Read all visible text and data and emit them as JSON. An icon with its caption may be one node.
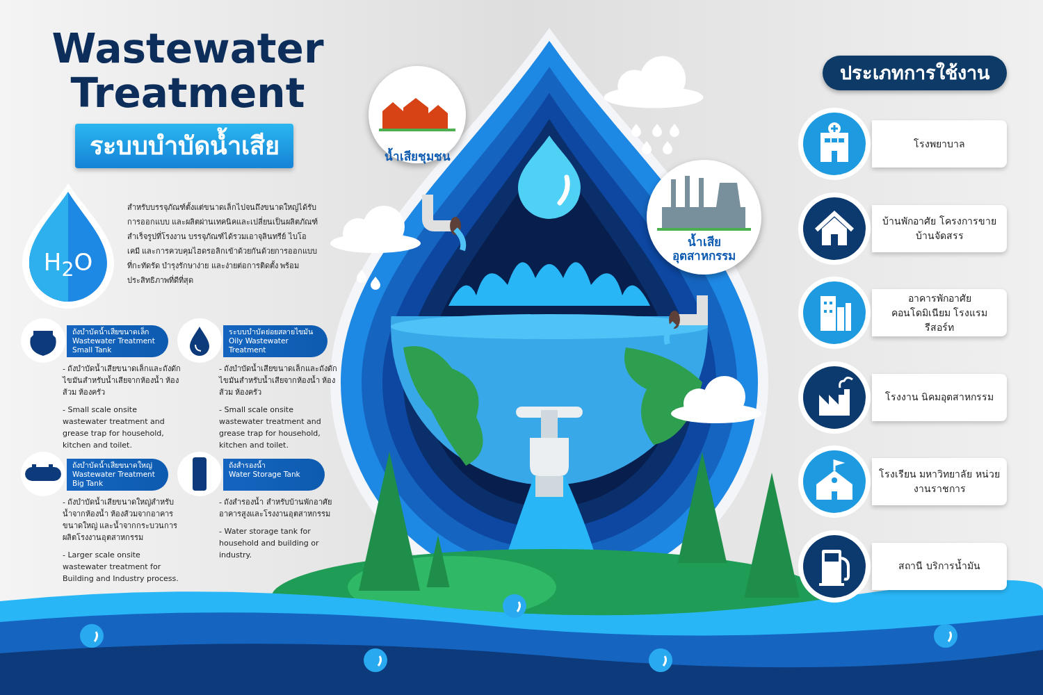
{
  "diagram": {
    "title": "Wastewater Treatment",
    "nodes": [
      {
        "text": [
          "ระบบบำบัดน้ำเสีย"
        ]
      },
      {
        "text": [
          "H$_{2}$O"
        ]
      },
      {
        "text": [
          "ถังบำบัดน้ำเสียขนาดเล็ก",
          "Wastewater Treatment Small Tank"
        ],
        "beside": [
          "- ถังบำบัดน้ำเสียขนาดเล็กและถังดักไขมันสำหรับน้ำเสียจากห้องน้ำ ห้องส้วม ห้องครัว",
          "- Small scale onsite wastewater treatment and grease trap for household, kitchen and toilet."
        ]
      },
      {
        "text": [
          "ระบบบำบัดย่อยสลายไขมัน",
          "Oily Wastewater Treatment"
        ],
        "beside": [
          "- ถังบำบัดน้ำเสียขนาดเล็กและถังดักไขมันสำหรับน้ำเสียจากห้องน้ำ ห้องส้วม ห้องครัว",
          "- Small scale onsite wastewater treatment and grease trap for household, kitchen and toilet."
        ]
      },
      {
        "text": [
          "ถังบำบัดน้ำเสียขนาดใหญ่",
          "Wastewater Treatment Big Tank"
        ],
        "beside": [
          "- ถังบำบัดน้ำเสียขนาดใหญ่สำหรับน้ำจากห้องน้ำ ห้องส้วมจากอาคารขนาดใหญ่ และน้ำจากกระบวนการผลิตโรงงานอุตสาหกรรม",
          "- Larger scale onsite wastewater treatment for Building and Industry process."
        ]
      },
      {
        "text": [
          "ถังสำรองน้ำ",
          "Water Storage Tank"
        ],
        "beside": [
          "- ถังสำรองน้ำ สำหรับบ้านพักอาศัยอาคารสูงและโรงงานอุตสาหกรรม",
          "- Water storage tank for household and building or industry."
        ]
      },
      {
        "text": [
          "น้ำเสียชุมชน"
        ]
      },
      {
        "text": [
          "น้ำเสีย อุตสาหกรรม"
        ]
      },
      {
        "text": [
          "ประเภทการใช้งาน"
        ]
      },
      {
        "text": [
          "โรงพยาบาล"
        ]
      },
      {
        "text": [
          "บ้านพักอาศัย โครงการขายบ้านจัดสรร"
        ]
      },
      {
        "text": [
          "อาคารพักอาศัย คอนโดมิเนียม โรงแรม รีสอร์ท"
        ]
      },
      {
        "text": [
          "โรงงาน นิคมอุตสาหกรรม"
        ]
      },
      {
        "text": [
          "โรงเรียน มหาวิทยาลัย หน่วยงานราชการ"
        ]
      },
      {
        "text": [
          "สถานี บริการน้ำมัน"
        ]
      }
    ],
    "labels": [
      "สำหรับบรรจุภัณฑ์ตั้งแต่ขนาดเล็กไปจนถึงขนาดใหญ่ได้รับการออกแบบ และผลิตผ่านเทคนิคและเปลี่ยนเป็นผลิตภัณฑ์สำเร็จรูปที่โรงงาน บรรจุภัณฑ์ได้รวมเอาจุลินทรีย์ ไบโอเคมี และการควบคุมไฮดรอลิกเข้าด้วยกันด้วยการออกแบบที่กะทัดรัด บำรุงรักษาง่าย และง่ายต่อการติดตั้ง พร้อมประสิทธิภาพที่ดีที่สุด"
    ]
  }
}
